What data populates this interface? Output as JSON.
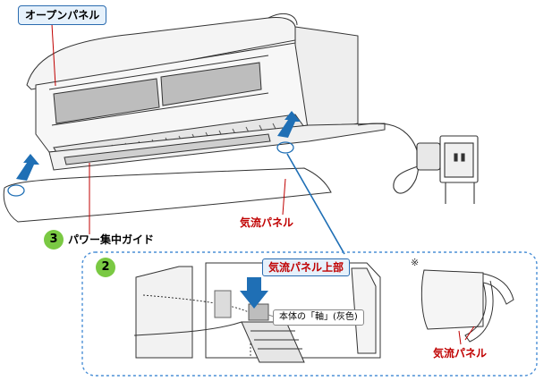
{
  "labels": {
    "open_panel": "オープンパネル",
    "airflow_panel": "気流パネル",
    "airflow_panel_2": "気流パネル",
    "power_guide": "パワー集中ガイド",
    "airflow_panel_upper": "気流パネル上部",
    "axis_note": "本体の「軸」(灰色)",
    "note_mark": "※"
  },
  "steps": {
    "step3": "3",
    "step2": "2"
  },
  "colors": {
    "accent_blue": "#1f6fb5",
    "label_red": "#c00000",
    "step_green": "#7ac943",
    "callout_border": "#2b6cb0"
  }
}
